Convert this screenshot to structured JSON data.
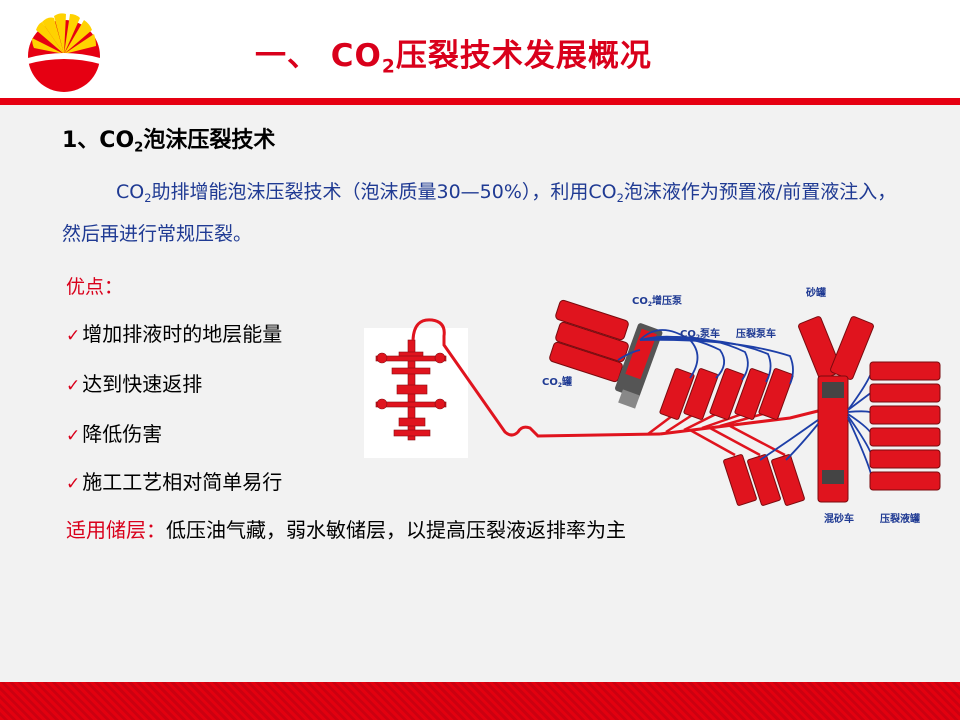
{
  "header": {
    "title_prefix": "一、 CO",
    "title_sub": "2",
    "title_suffix": "压裂技术发展概况"
  },
  "section": {
    "heading_prefix": "1、CO",
    "heading_sub": "2",
    "heading_suffix": "泡沫压裂技术"
  },
  "description": {
    "part1": "CO",
    "sub1": "2",
    "part2": "助排增能泡沫压裂技术（泡沫质量30—50%），利用CO",
    "sub2": "2",
    "part3": "泡沫液作为预置液/前置液注入，然后再进行常规压裂。"
  },
  "advantages": {
    "title": "优点：",
    "items": [
      "增加排液时的地层能量",
      "达到快速返排",
      "降低伤害",
      "施工工艺相对简单易行"
    ]
  },
  "applicable": {
    "label": "适用储层：",
    "text": "低压油气藏，弱水敏储层，以提高压裂液返排率为主"
  },
  "diagram": {
    "booster_pump_prefix": "CO",
    "booster_pump_sub": "2",
    "booster_pump_suffix": "增压泵",
    "sand_tank": "砂罐",
    "co2_pump_truck_prefix": "CO",
    "co2_pump_truck_sub": "2",
    "co2_pump_truck_suffix": "泵车",
    "frac_pump_truck": "压裂泵车",
    "co2_tank_prefix": "CO",
    "co2_tank_sub": "2",
    "co2_tank_suffix": "罐",
    "blender_truck": "混砂车",
    "frac_fluid_tank": "压裂液罐"
  },
  "colors": {
    "brand_red": "#e60012",
    "text_blue": "#1f3a93",
    "equipment_red": "#e0141e",
    "hose_blue": "#1d3fa8"
  }
}
